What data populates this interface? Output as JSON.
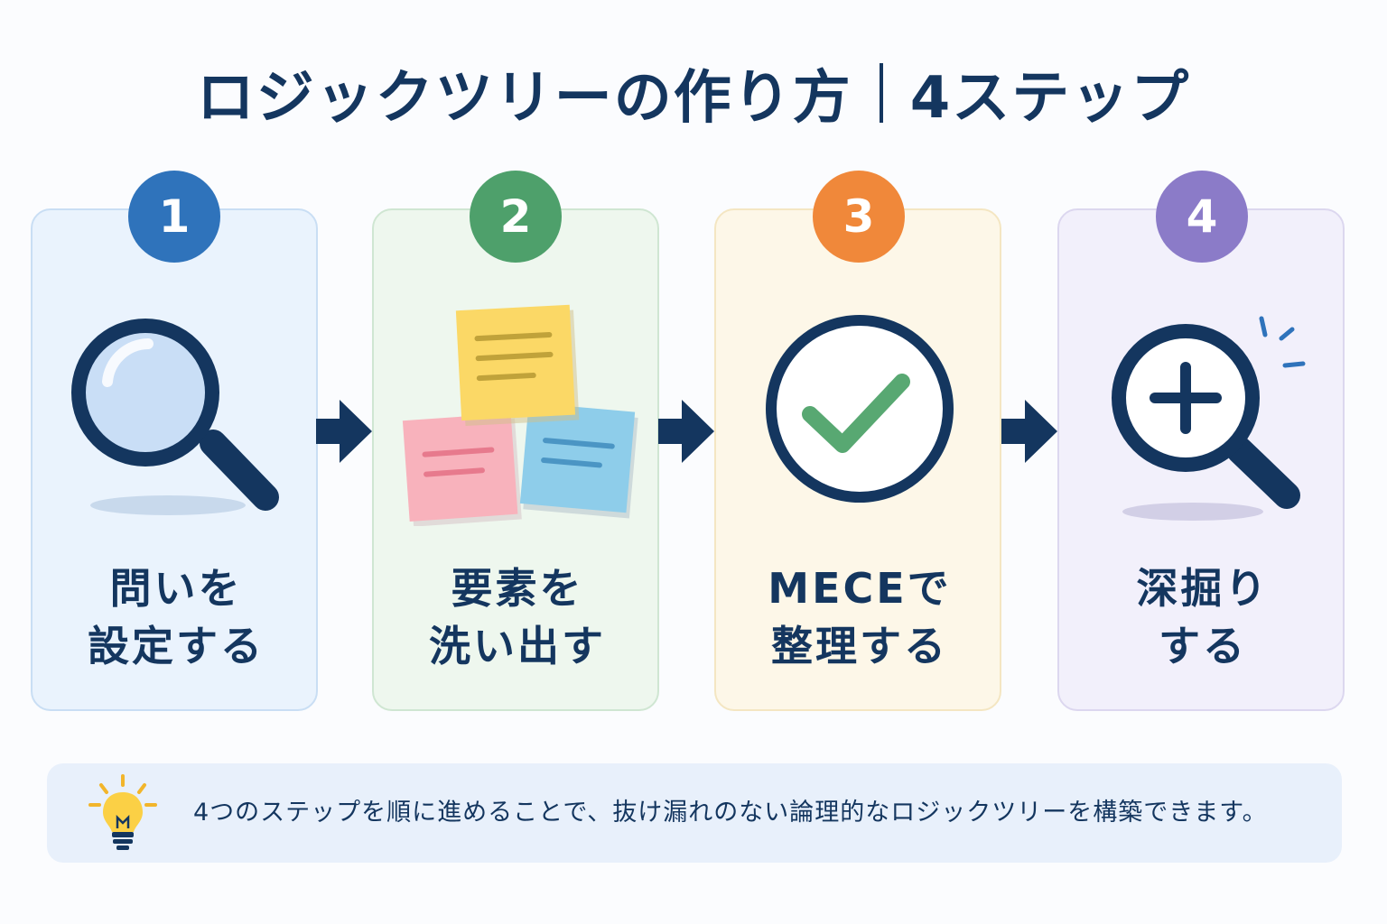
{
  "title": {
    "main": "ロジックツリーの作り方",
    "sub": "4ステップ"
  },
  "steps": [
    {
      "number": "1",
      "line1": "問いを",
      "line2": "設定する",
      "icon": "magnifier-icon",
      "color": "#2f73bb"
    },
    {
      "number": "2",
      "line1": "要素を",
      "line2": "洗い出す",
      "icon": "sticky-notes-icon",
      "color": "#4ea06b"
    },
    {
      "number": "3",
      "line1": "MECEで",
      "line2": "整理する",
      "icon": "check-circle-icon",
      "color": "#f0883a"
    },
    {
      "number": "4",
      "line1": "深掘り",
      "line2": "する",
      "icon": "zoom-in-icon",
      "color": "#8b7bc8"
    }
  ],
  "note": {
    "icon": "lightbulb-icon",
    "text": "4つのステップを順に進めることで、抜け漏れのない論理的なロジックツリーを構築できます。"
  }
}
